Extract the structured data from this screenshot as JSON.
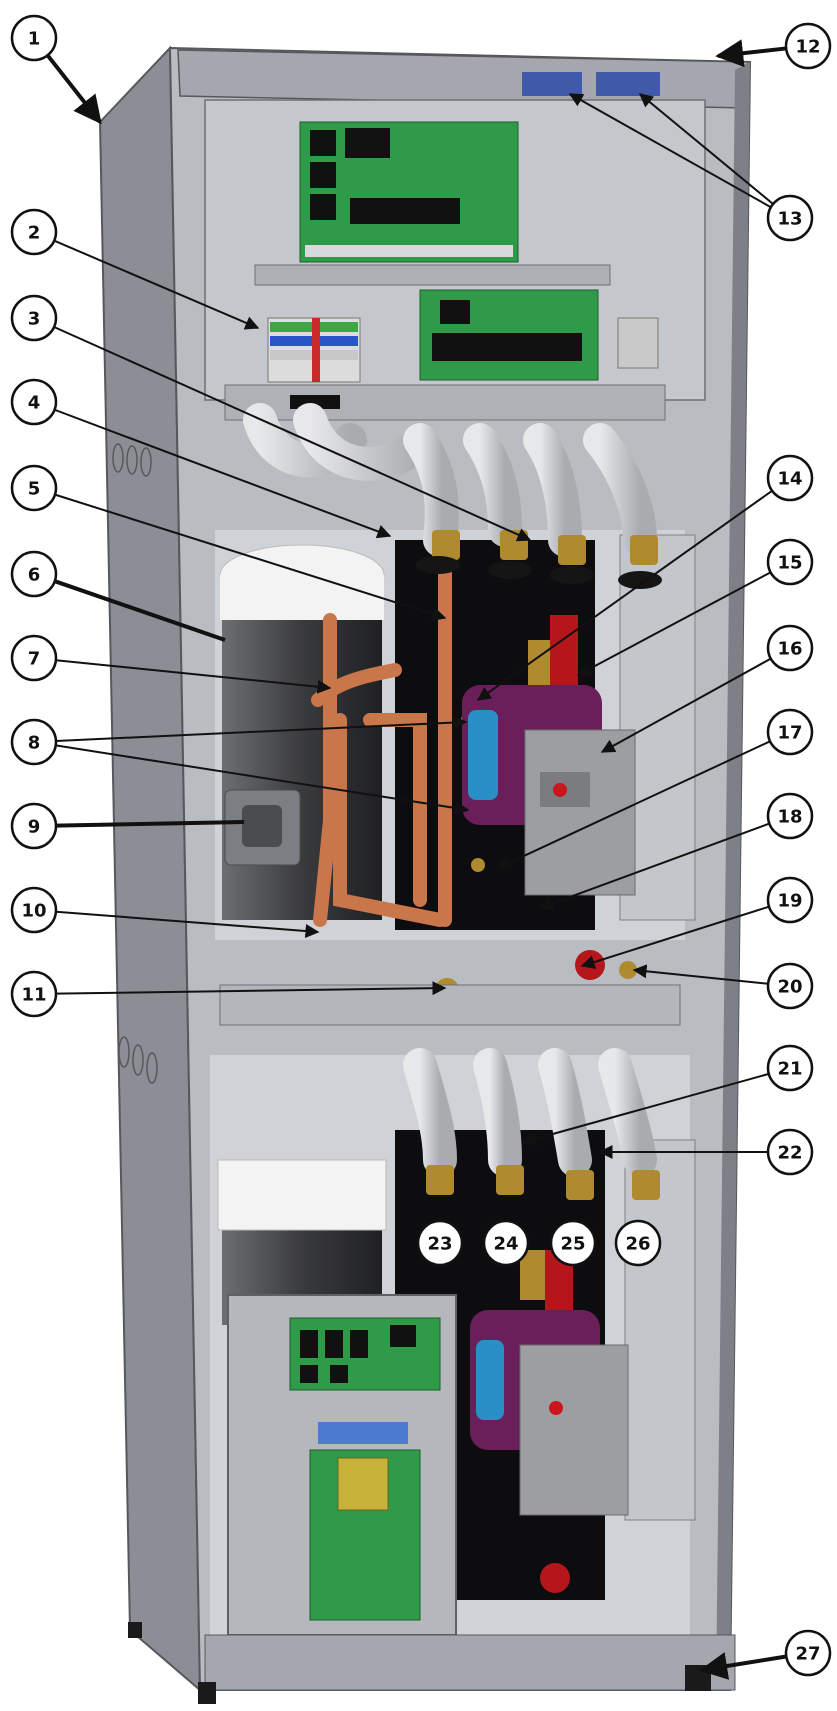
{
  "callouts": [
    "1",
    "2",
    "3",
    "4",
    "5",
    "6",
    "7",
    "8",
    "9",
    "10",
    "11",
    "12",
    "13",
    "14",
    "15",
    "16",
    "17",
    "18",
    "19",
    "20",
    "21",
    "22",
    "23",
    "24",
    "25",
    "26",
    "27"
  ],
  "colors": {
    "cabinet_side": "#8b8e94",
    "cabinet_front": "#b9bcc1",
    "interior": "#cfd2d6",
    "dark_cavity": "#0d0d10",
    "pcb_green": "#2f9a47",
    "copper": "#c8764a",
    "brass": "#b08a2e",
    "pump_purple": "#6b1f5a",
    "pump_blue": "#2a8fc7",
    "valve_red": "#b4161b",
    "insulation": "#d5d6d8",
    "callout_stroke": "#111111"
  }
}
